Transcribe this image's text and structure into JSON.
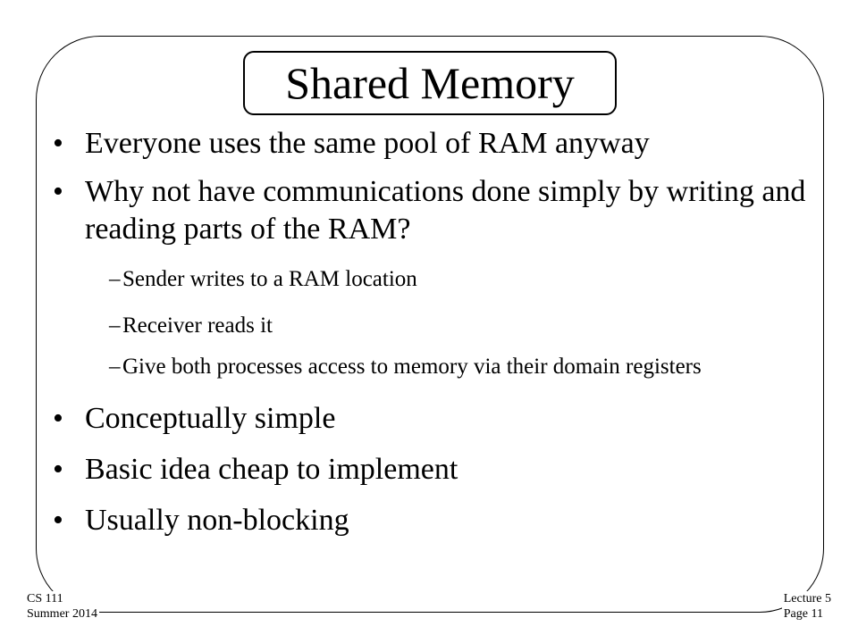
{
  "title": "Shared Memory",
  "bullets": [
    {
      "level": 1,
      "marker": "•",
      "text": "Everyone uses the same pool of RAM anyway"
    },
    {
      "level": 1,
      "marker": "•",
      "text": "Why not have communications done simply by writing and reading parts of the RAM?"
    },
    {
      "level": 2,
      "marker": "–",
      "text": "Sender writes to a RAM location"
    },
    {
      "level": 2,
      "marker": "–",
      "text": "Receiver reads it"
    },
    {
      "level": 2,
      "marker": "–",
      "text": "Give both processes access to memory via their domain registers"
    },
    {
      "level": 1,
      "marker": "•",
      "text": "Conceptually simple"
    },
    {
      "level": 1,
      "marker": "•",
      "text": "Basic idea cheap to implement"
    },
    {
      "level": 1,
      "marker": "•",
      "text": "Usually non-blocking"
    }
  ],
  "footer": {
    "course": "CS 111",
    "term": "Summer 2014",
    "lecture": "Lecture 5",
    "page": "Page 11"
  }
}
